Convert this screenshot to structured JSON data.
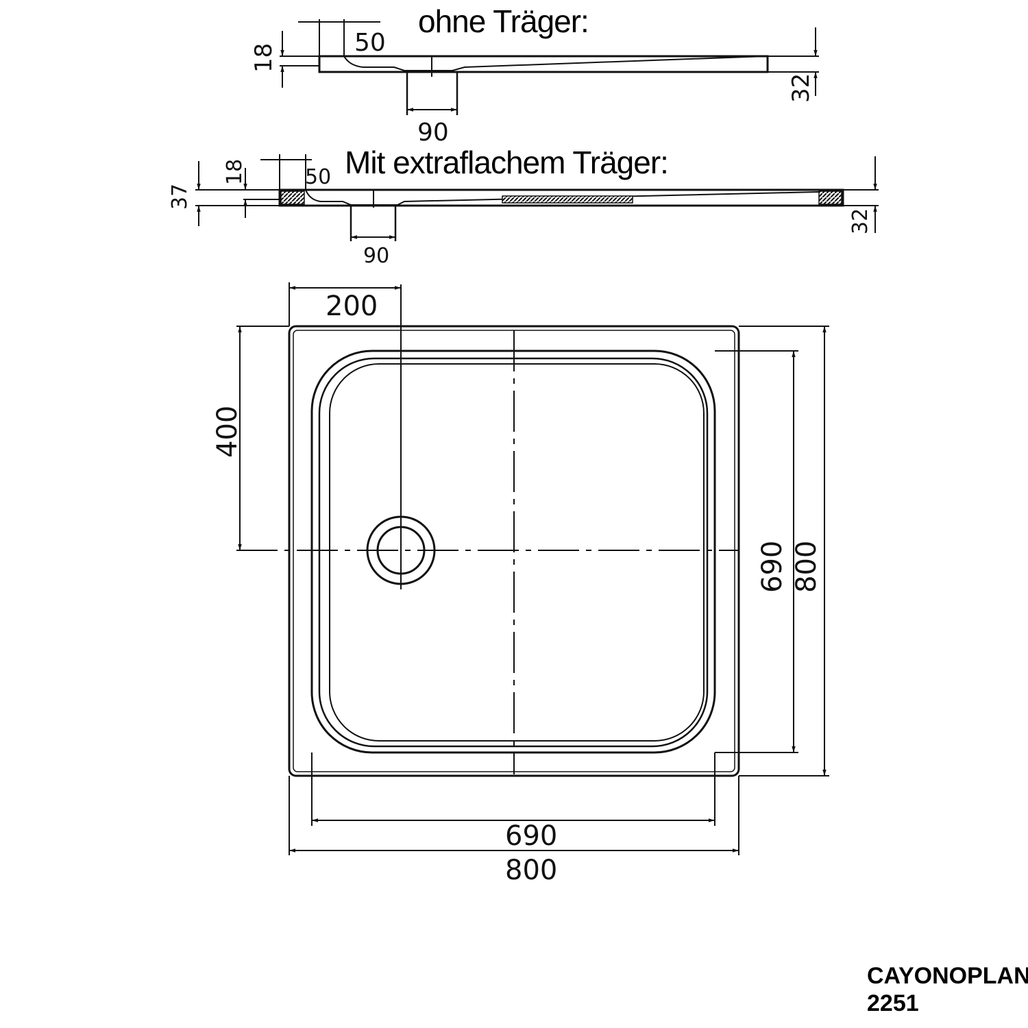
{
  "headings": {
    "without_carrier": "ohne Träger:",
    "with_carrier": "Mit extraflachem Träger:"
  },
  "product": {
    "name": "CAYONOPLAN",
    "number": "2251"
  },
  "section_without": {
    "rim_height": "18",
    "rim_width": "50",
    "drain_width": "90",
    "total_height": "32"
  },
  "section_with": {
    "total_height": "37",
    "rim_height": "18",
    "rim_width": "50",
    "drain_width": "90",
    "end_height": "32"
  },
  "plan": {
    "drain_offset_x": "200",
    "drain_offset_y": "400",
    "inner_width": "690",
    "outer_width": "800",
    "inner_depth": "690",
    "outer_depth": "800"
  },
  "colors": {
    "line": "#111111",
    "background": "#ffffff"
  }
}
